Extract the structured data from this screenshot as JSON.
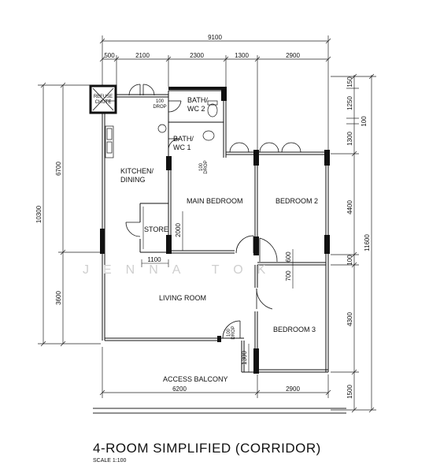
{
  "title": "4-ROOM SIMPLIFIED (CORRIDOR)",
  "scale": "SCALE  1:100",
  "watermark": "JENNA TOK",
  "rooms": {
    "kitchen_line1": "KITCHEN/",
    "kitchen_line2": "DINING",
    "bath2_line1": "BATH/",
    "bath2_line2": "WC 2",
    "bath1_line1": "BATH/",
    "bath1_line2": "WC 1",
    "main_bedroom": "MAIN BEDROOM",
    "bedroom2": "BEDROOM 2",
    "store": "STORE",
    "living_room": "LIVING ROOM",
    "bedroom3": "BEDROOM 3",
    "access_balcony": "ACCESS BALCONY",
    "refuse_line1": "REFUSE",
    "refuse_line2": "CHUTE"
  },
  "drops": {
    "drop100": "100",
    "drop_label": "DROP"
  },
  "dimensions": {
    "top_total": "9100",
    "top_500": "500",
    "top_2100": "2100",
    "top_2300": "2300",
    "top_1300": "1300",
    "top_2900": "2900",
    "left_10300": "10300",
    "left_6700": "6700",
    "left_3600": "3600",
    "right_11600": "11600",
    "right_150": "150",
    "right_1250": "1250",
    "right_100a": "100",
    "right_1300": "1300",
    "right_4400": "4400",
    "right_100b": "100",
    "right_4300": "4300",
    "right_1500": "1500",
    "bottom_6200": "6200",
    "bottom_2900": "2900",
    "inner_1100": "1100",
    "inner_2000": "2000",
    "inner_600": "600",
    "inner_700": "700",
    "inner_1300": "1300"
  }
}
